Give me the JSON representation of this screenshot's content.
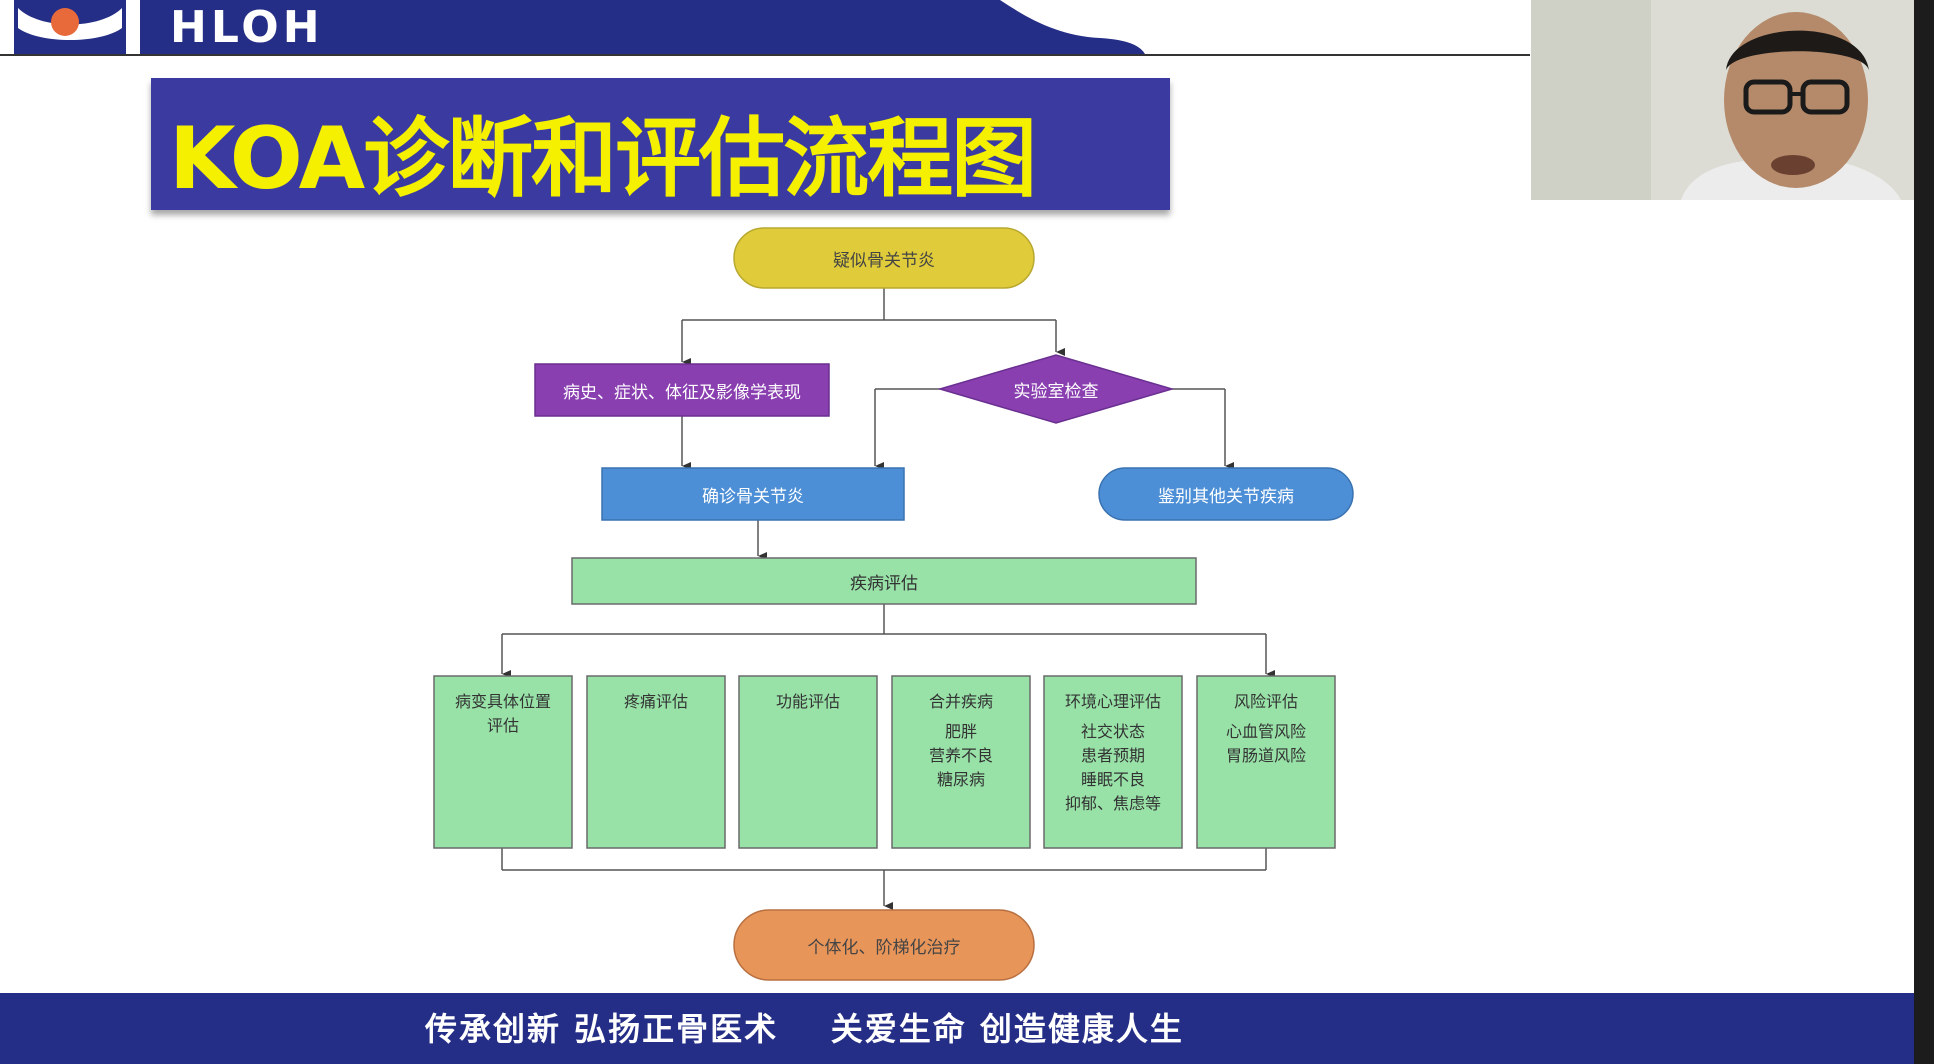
{
  "header": {
    "logo_text": "HLOH",
    "title": "KOA诊断和评估流程图"
  },
  "flowchart": {
    "start": "疑似骨关节炎",
    "history": "病史、症状、体征及影像学表现",
    "lab": "实验室检查",
    "confirmed": "确诊骨关节炎",
    "differential": "鉴别其他关节疾病",
    "assessment": "疾病评估",
    "boxes": [
      {
        "title": "病变具体位置",
        "title2": "评估",
        "items": []
      },
      {
        "title": "疼痛评估",
        "title2": "",
        "items": []
      },
      {
        "title": "功能评估",
        "title2": "",
        "items": []
      },
      {
        "title": "合并疾病",
        "title2": "",
        "items": [
          "肥胖",
          "营养不良",
          "糖尿病"
        ]
      },
      {
        "title": "环境心理评估",
        "title2": "",
        "items": [
          "社交状态",
          "患者预期",
          "睡眠不良",
          "抑郁、焦虑等"
        ]
      },
      {
        "title": "风险评估",
        "title2": "",
        "items": [
          "心血管风险",
          "胃肠道风险"
        ]
      }
    ],
    "end": "个体化、阶梯化治疗"
  },
  "footer": {
    "slogan": "传承创新 弘扬正骨医术    关爱生命 创造健康人生"
  },
  "colors": {
    "header_blue": "#252e86",
    "title_bg": "#3b3aa0",
    "title_text": "#f4f000",
    "start_yellow": "#e0cc3a",
    "purple": "#8a3fb0",
    "blue_node": "#4d8fd6",
    "green_box": "#98e2a8",
    "end_orange": "#e8955a"
  }
}
